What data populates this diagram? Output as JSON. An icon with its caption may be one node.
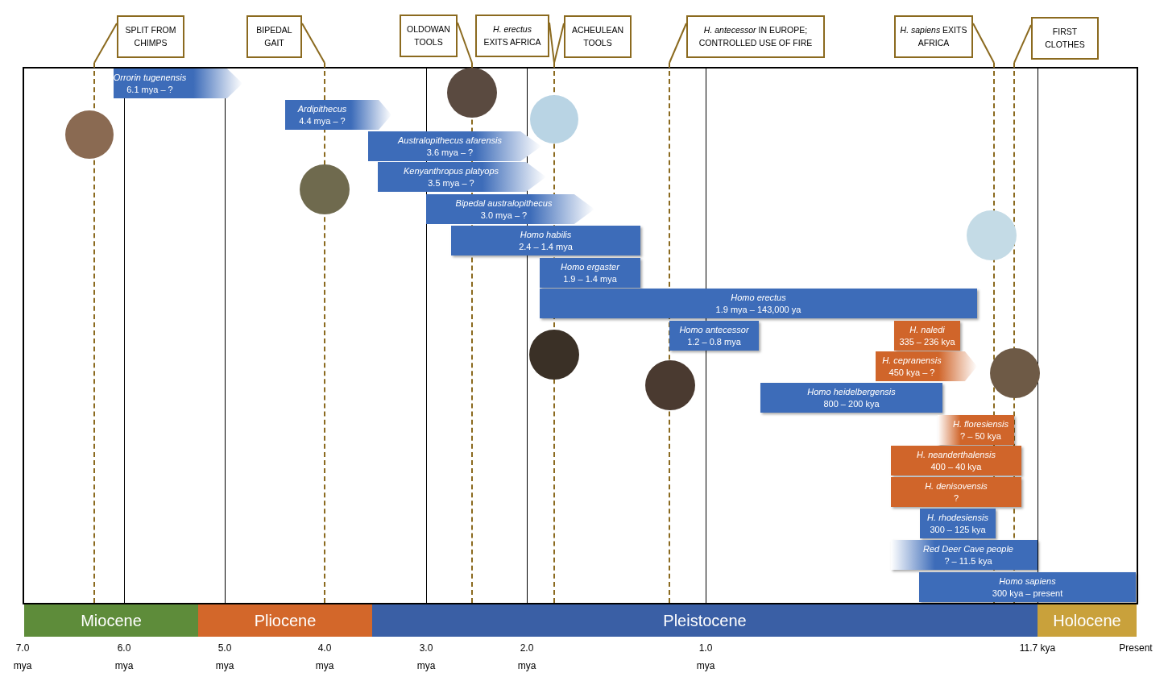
{
  "diagram": {
    "nodes": [
      {
        "text": [
          "SPLIT FROM CHIMPS"
        ]
      },
      {
        "text": [
          "BIPEDAL GAIT"
        ]
      },
      {
        "text": [
          "OLDOWAN TOOLS"
        ]
      },
      {
        "text": [
          "*H. erectus* EXITS AFRICA"
        ]
      },
      {
        "text": [
          "ACHEULEAN TOOLS"
        ]
      },
      {
        "text": [
          "*H. antecessor* IN EUROPE; CONTROLLED USE OF FIRE"
        ]
      },
      {
        "text": [
          "*H. sapiens* EXITS AFRICA"
        ]
      },
      {
        "text": [
          "FIRST CLOTHES"
        ]
      },
      {
        "text": [],
        "shape": "line"
      },
      {
        "text": [],
        "shape": "line"
      },
      {
        "text": [],
        "shape": "line"
      },
      {
        "text": [],
        "shape": "line"
      },
      {
        "text": [],
        "shape": "line"
      },
      {
        "text": [],
        "shape": "line"
      },
      {
        "text": [],
        "shape": "line"
      },
      {
        "text": [
          "Orrorin tugenensis",
          "6.1 mya – ?"
        ]
      },
      {
        "text": [
          "Ardipithecus",
          "4.4 mya – ?"
        ]
      },
      {
        "text": [
          "Australopithecus afarensis",
          "3.6 mya – ?"
        ]
      },
      {
        "text": [
          "Kenyanthropus platyops",
          "3.5 mya – ?"
        ]
      },
      {
        "text": [
          "Bipedal australopithecus",
          "3.0 mya – ?"
        ]
      },
      {
        "text": [
          "Homo habilis",
          "2.4 – 1.4 mya"
        ]
      },
      {
        "text": [
          "Homo ergaster",
          "1.9 – 1.4 mya"
        ]
      },
      {
        "text": [
          "Homo erectus",
          "1.9 mya – 143,000 ya"
        ]
      },
      {
        "text": [
          "Homo antecessor",
          "1.2 – 0.8 mya"
        ]
      },
      {
        "text": [
          "H. naledi",
          "335 – 236 kya"
        ]
      },
      {
        "text": [
          "H. cepranensis",
          "450 kya – ?"
        ]
      },
      {
        "text": [
          "Homo heidelbergensis",
          "800 – 200 kya"
        ]
      },
      {
        "text": [
          "H. floresiensis",
          "? – 50 kya"
        ]
      },
      {
        "text": [
          "H. neanderthalensis",
          "400 – 40 kya"
        ]
      },
      {
        "text": [
          "H. denisovensis",
          "?"
        ]
      },
      {
        "text": [
          "H. rhodesiensis",
          "300 – 125 kya"
        ]
      },
      {
        "text": [
          "Red Deer Cave people",
          "? – 11.5 kya"
        ]
      },
      {
        "text": [
          "Homo sapiens",
          "300 kya – present"
        ]
      },
      {
        "text": [
          "Miocene"
        ]
      },
      {
        "text": [
          "Pliocene"
        ]
      },
      {
        "text": [
          "Pleistocene"
        ]
      },
      {
        "text": [
          "Holocene"
        ]
      }
    ],
    "edges": [
      {
        "from": 0,
        "to": 8,
        "arrow": "none"
      },
      {
        "from": 1,
        "to": 9,
        "arrow": "none"
      },
      {
        "from": 2,
        "to": 10,
        "arrow": "none"
      },
      {
        "from": 3,
        "to": 11,
        "arrow": "none"
      },
      {
        "from": 4,
        "to": 11,
        "arrow": "none"
      },
      {
        "from": 5,
        "to": 12,
        "arrow": "none"
      },
      {
        "from": 6,
        "to": 13,
        "arrow": "none"
      },
      {
        "from": 7,
        "to": 14,
        "arrow": "none"
      }
    ],
    "labels": [
      "7.0 mya",
      "6.0 mya",
      "5.0 mya",
      "4.0 mya",
      "3.0 mya",
      "2.0 mya",
      "1.0 mya",
      "11.7 kya",
      "Present"
    ]
  }
}
